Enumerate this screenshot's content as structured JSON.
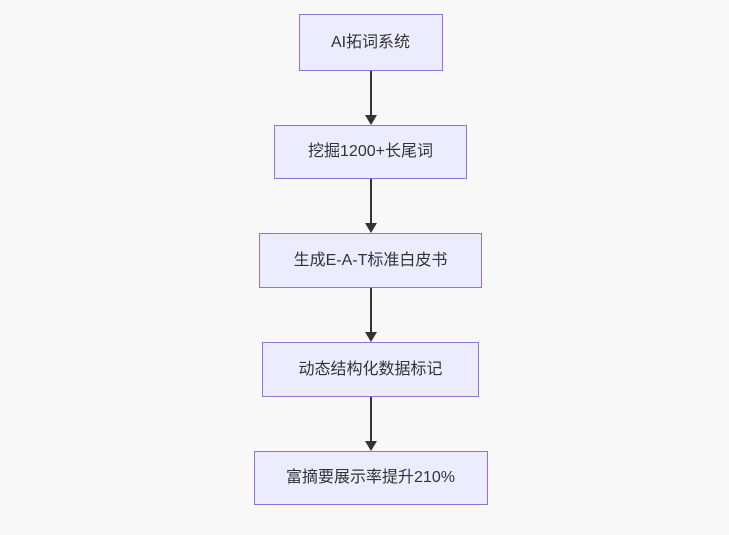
{
  "diagram": {
    "type": "flowchart",
    "direction": "top-down",
    "colors": {
      "node_fill": "#ECECFF",
      "node_border": "#9370DB",
      "node_text": "#333333",
      "arrow": "#333333",
      "background": "#f8f8f8"
    },
    "nodes": [
      {
        "id": "A",
        "label": "AI拓词系统"
      },
      {
        "id": "B",
        "label": "挖掘1200+长尾词"
      },
      {
        "id": "C",
        "label": "生成E-A-T标准白皮书"
      },
      {
        "id": "D",
        "label": "动态结构化数据标记"
      },
      {
        "id": "E",
        "label": "富摘要展示率提升210%"
      }
    ],
    "edges": [
      {
        "from": "A",
        "to": "B"
      },
      {
        "from": "B",
        "to": "C"
      },
      {
        "from": "C",
        "to": "D"
      },
      {
        "from": "D",
        "to": "E"
      }
    ]
  }
}
